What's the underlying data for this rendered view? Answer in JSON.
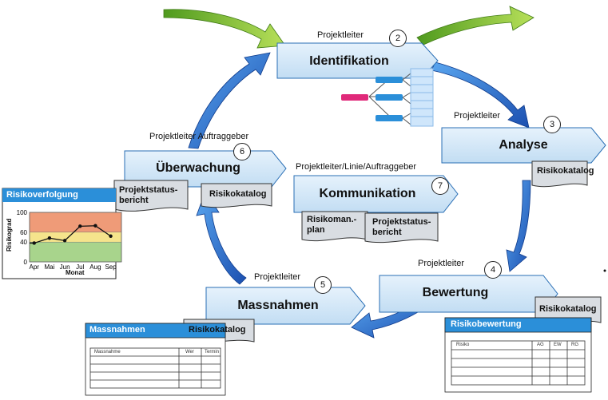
{
  "colors": {
    "process_fill": "#d5e9f8",
    "process_stroke": "#2a6fb5",
    "arrow_blue": "#1e63c8",
    "arrow_green": "#7dc02a",
    "header_blue": "#2b8fd9",
    "doc_fill": "#d9dde2"
  },
  "process_steps": [
    {
      "id": 2,
      "title": "Identifikation",
      "role": "Projektleiter"
    },
    {
      "id": 3,
      "title": "Analyse",
      "role": "Projektleiter"
    },
    {
      "id": 4,
      "title": "Bewertung",
      "role": "Projektleiter"
    },
    {
      "id": 5,
      "title": "Massnahmen",
      "role": "Projektleiter"
    },
    {
      "id": 6,
      "title": "Überwachung",
      "role": "Projektleiter Auftraggeber"
    },
    {
      "id": 7,
      "title": "Kommunikation",
      "role": "Projektleiter/Linie/Auftraggeber"
    }
  ],
  "documents": {
    "risikokatalog": "Risikokatalog",
    "projektstatusbericht": "Projektstatus-\nbericht",
    "risikomanagementplan": "Risikoman.-\nplan"
  },
  "tables": {
    "massnahmen": {
      "title": "Massnahmen",
      "columns": [
        "Massnahme",
        "Wer",
        "Termin"
      ]
    },
    "risikobewertung": {
      "title": "Risikobewertung",
      "columns": [
        "Risiko",
        "AG",
        "EW",
        "RG"
      ]
    }
  },
  "chart_data": {
    "type": "line",
    "title": "Risikoverfolgung",
    "xlabel": "Monat",
    "ylabel": "Risikograd",
    "categories": [
      "Apr",
      "Mai",
      "Jun",
      "Jul",
      "Aug",
      "Sep"
    ],
    "values": [
      38,
      48,
      43,
      72,
      73,
      52
    ],
    "ylim": [
      0,
      100
    ],
    "yticks": [
      0,
      40,
      60,
      100
    ],
    "bands": [
      {
        "from": 0,
        "to": 40,
        "color": "#a8d48c"
      },
      {
        "from": 40,
        "to": 60,
        "color": "#f5e48c"
      },
      {
        "from": 60,
        "to": 100,
        "color": "#ef9b78"
      }
    ]
  }
}
